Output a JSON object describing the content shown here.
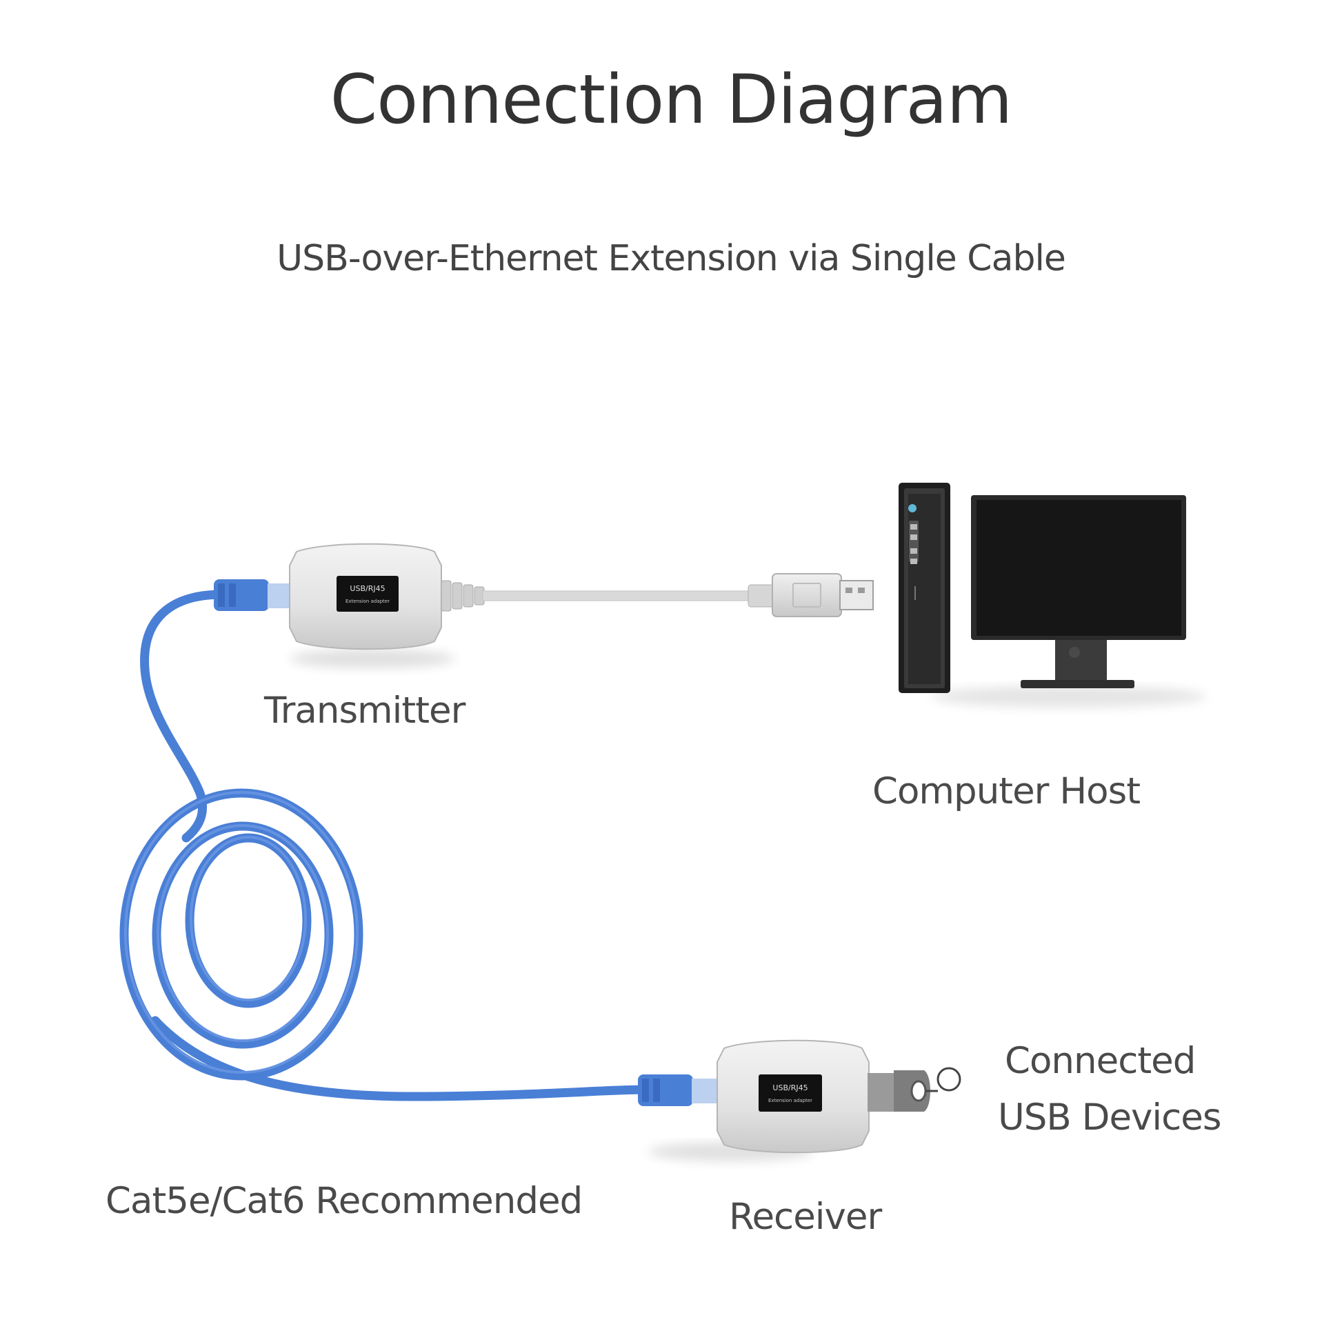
{
  "title": "Connection Diagram",
  "subtitle": "USB-over-Ethernet Extension via Single Cable",
  "labels": {
    "transmitter": "Transmitter",
    "computer_host": "Computer Host",
    "connected_devices_line1": "Connected",
    "connected_devices_line2": "USB Devices",
    "cable_note": "Cat5e/Cat6 Recommended",
    "receiver": "Receiver"
  },
  "device_text": {
    "transmitter_line1": "USB/RJ45",
    "transmitter_line2": "Extension adapter",
    "receiver_line1": "USB/RJ45",
    "receiver_line2": "Extension adapter"
  },
  "colors": {
    "cable": "#4a7fd6",
    "adapter_body": "#e6e6e6",
    "adapter_label": "#111111",
    "usb_cable": "#d9d9d9",
    "monitor": "#1c1c1c",
    "tower": "#222222",
    "usb_stick": "#7d7d7d"
  },
  "icons": [
    "computer-tower-icon",
    "monitor-icon",
    "usb-plug-icon",
    "usb-flash-drive-icon",
    "rj45-connector-icon"
  ]
}
